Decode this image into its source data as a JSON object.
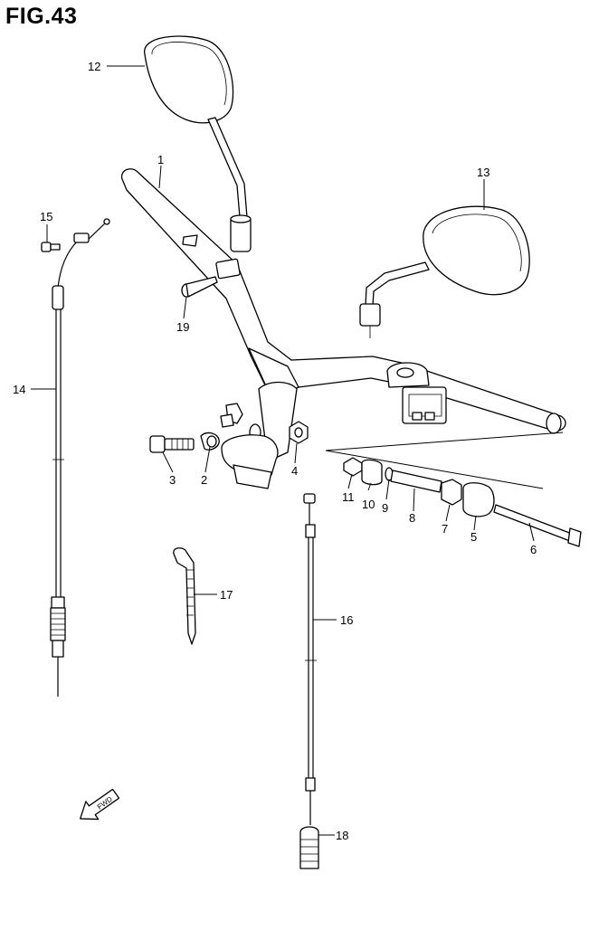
{
  "figure": {
    "title": "FIG.43"
  },
  "callouts": [
    {
      "id": "1",
      "text": "1"
    },
    {
      "id": "2",
      "text": "2"
    },
    {
      "id": "3",
      "text": "3"
    },
    {
      "id": "4",
      "text": "4"
    },
    {
      "id": "5",
      "text": "5"
    },
    {
      "id": "6",
      "text": "6"
    },
    {
      "id": "7",
      "text": "7"
    },
    {
      "id": "8",
      "text": "8"
    },
    {
      "id": "9",
      "text": "9"
    },
    {
      "id": "10",
      "text": "10"
    },
    {
      "id": "11",
      "text": "11"
    },
    {
      "id": "12",
      "text": "12"
    },
    {
      "id": "13",
      "text": "13"
    },
    {
      "id": "14",
      "text": "14"
    },
    {
      "id": "15",
      "text": "15"
    },
    {
      "id": "16",
      "text": "16"
    },
    {
      "id": "17",
      "text": "17"
    },
    {
      "id": "18",
      "text": "18"
    },
    {
      "id": "19",
      "text": "19"
    }
  ],
  "direction_arrow": {
    "text": "FWD"
  }
}
